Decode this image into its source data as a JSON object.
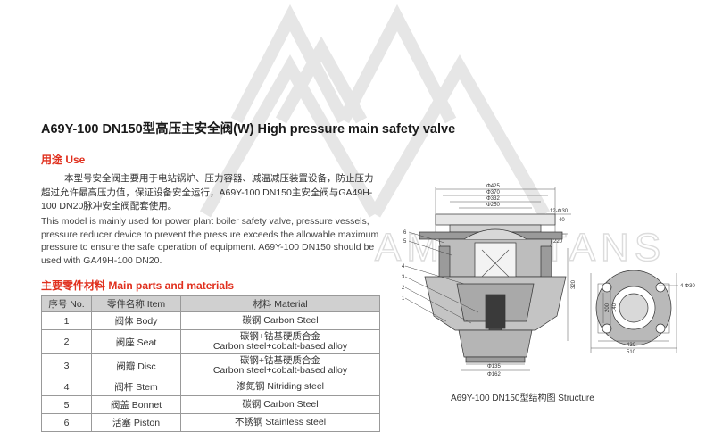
{
  "title": "A69Y-100 DN150型高压主安全阀(W) High pressure main safety valve",
  "usage": {
    "heading": "用途 Use",
    "text_cn": "本型号安全阀主要用于电站锅炉、压力容器、减温减压装置设备，防止压力超过允许最高压力值，保证设备安全运行，A69Y-100 DN150主安全阀与GA49H-100 DN20脉冲安全阀配套使用。",
    "text_en": "This model is mainly used for power plant boiler safety valve, pressure vessels, pressure reducer device to prevent the pressure exceeds the allowable maximum pressure to ensure the safe operation of equipment. A69Y-100 DN150 should be used with GA49H-100 DN20."
  },
  "parts": {
    "heading": "主要零件材料 Main parts and materials",
    "columns": [
      "序号 No.",
      "零件名称 Item",
      "材料 Material"
    ],
    "rows": [
      {
        "no": "1",
        "item": "阀体 Body",
        "material": [
          "碳钢 Carbon Steel"
        ]
      },
      {
        "no": "2",
        "item": "阀座 Seat",
        "material": [
          "碳钢+钴基硬质合金",
          "Carbon steel+cobalt-based alloy"
        ]
      },
      {
        "no": "3",
        "item": "阀瓣 Disc",
        "material": [
          "碳钢+钴基硬质合金",
          "Carbon steel+cobalt-based alloy"
        ]
      },
      {
        "no": "4",
        "item": "阀杆 Stem",
        "material": [
          "渗氮钢 Nitriding steel"
        ]
      },
      {
        "no": "5",
        "item": "阀盖 Bonnet",
        "material": [
          "碳钢 Carbon Steel"
        ]
      },
      {
        "no": "6",
        "item": "活塞 Piston",
        "material": [
          "不锈钢 Stainless steel"
        ]
      }
    ]
  },
  "drawing": {
    "dims_top": [
      "Φ425",
      "Φ370",
      "Φ332",
      "Φ250",
      "12-Φ30",
      "40"
    ],
    "dims_side": [
      "220",
      "320",
      "200"
    ],
    "dims_bottom": [
      "Φ135",
      "Φ162"
    ],
    "dims_flange": [
      "4-Φ30",
      "430",
      "510",
      "200",
      "140"
    ],
    "part_callouts": [
      "6",
      "5",
      "4",
      "3",
      "2",
      "1"
    ],
    "caption": "A69Y-100  DN150型结构图 Structure"
  },
  "colors": {
    "heading_red": "#e0301e",
    "header_bg": "#d0d0d0",
    "accent_red": "#d42020",
    "watermark": "#e4e4e4"
  }
}
